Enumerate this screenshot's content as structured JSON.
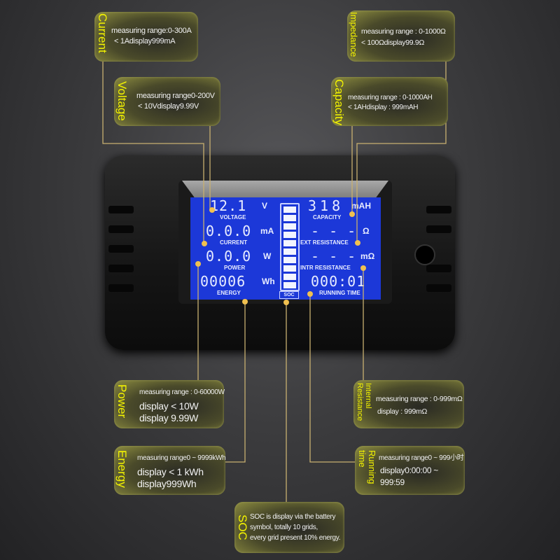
{
  "callouts": {
    "current": {
      "title": "Current",
      "lines": [
        "measuring range:0-300A",
        "< 1Adisplay999mA"
      ]
    },
    "voltage": {
      "title": "Voltage",
      "lines": [
        "measuring range0-200V",
        "< 10Vdisplay9.99V"
      ]
    },
    "impedance": {
      "title": "Impedance",
      "lines": [
        "measuring range : 0-1000Ω",
        "< 100Ωdisplay99.9Ω"
      ]
    },
    "capacity": {
      "title": "Capacity",
      "lines": [
        "measuring range : 0-1000AH",
        "< 1AHdisplay : 999mAH"
      ]
    },
    "power": {
      "title": "Power",
      "lines": [
        "measuring range : 0-60000W",
        "display < 10W",
        "display 9.99W"
      ]
    },
    "energy": {
      "title": "Energy",
      "lines": [
        "measuring range0 ~ 9999kWh",
        "display < 1 kWh",
        "display999Wh"
      ]
    },
    "internal_resistance": {
      "title": "Internal Resistance",
      "lines": [
        "measuring range : 0-999mΩ",
        "display : 999mΩ"
      ]
    },
    "running_time": {
      "title": "Running time",
      "lines": [
        "measuring range0 ~ 999小时",
        "display0:00:00 ~",
        "999:59"
      ]
    },
    "soc": {
      "title": "SOC",
      "lines": [
        "SOC is display via the battery",
        "symbol, totally 10 grids,",
        "every grid present 10% energy."
      ]
    }
  },
  "lcd": {
    "voltage": {
      "value": "12.1",
      "unit": "V",
      "label": "VOLTAGE"
    },
    "current": {
      "value": "0.0.0",
      "unit": "mA",
      "label": "CURRENT"
    },
    "power": {
      "value": "0.0.0",
      "unit": "W",
      "label": "POWER"
    },
    "energy": {
      "value": "00006",
      "unit": "Wh",
      "label": "ENERGY"
    },
    "capacity": {
      "value": "318",
      "unit": "mAH",
      "label": "CAPACITY"
    },
    "ext_resistance": {
      "value": "- - -",
      "unit": "Ω",
      "label": "EXT RESISTANCE"
    },
    "intr_resistance": {
      "value": "- - -",
      "unit": "mΩ",
      "label": "INTR RESISTANCE"
    },
    "running_time": {
      "value": "000:01",
      "label": "RUNNING TIME"
    },
    "soc": {
      "label": "SOC",
      "grids_total": 10,
      "grids_filled": 10
    }
  },
  "colors": {
    "lcd": "#1c38d8",
    "callout_title": "#f4f400",
    "leader_line": "#c8b070"
  }
}
